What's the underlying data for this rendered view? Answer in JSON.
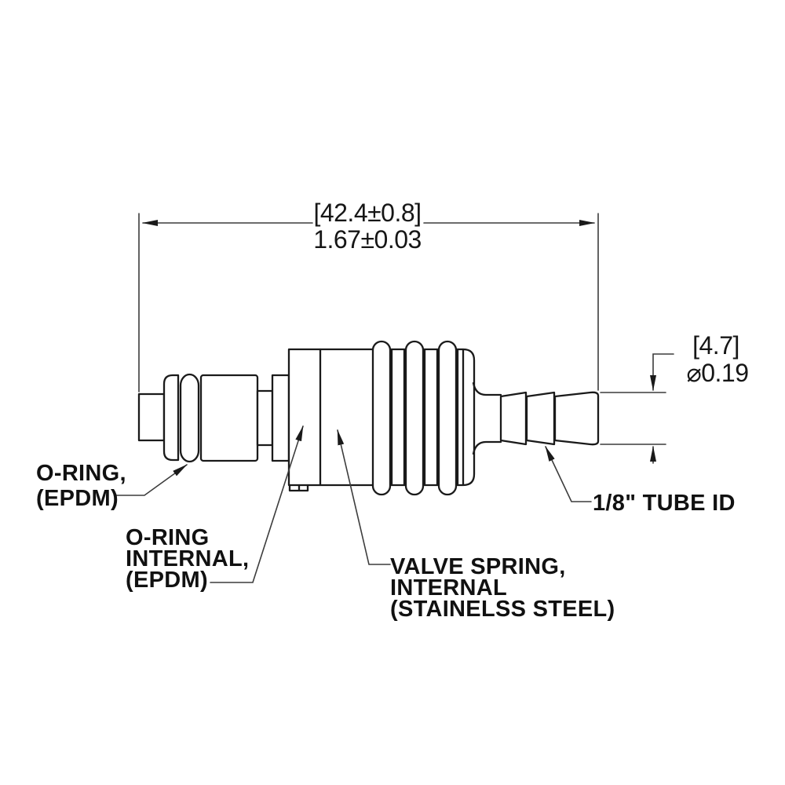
{
  "dimensions": {
    "overall_length": {
      "metric": "[42.4±0.8]",
      "imperial": "1.67±0.03"
    },
    "tip_diameter": {
      "metric": "[4.7]",
      "imperial": "⌀0.19"
    }
  },
  "callouts": {
    "oring": {
      "line1": "O-RING,",
      "line2": "(EPDM)"
    },
    "oring_internal": {
      "line1": "O-RING",
      "line2": "INTERNAL,",
      "line3": "(EPDM)"
    },
    "valve_spring": {
      "line1": "VALVE SPRING,",
      "line2": "INTERNAL",
      "line3": "(STAINELSS STEEL)"
    },
    "tube_id": "1/8\" TUBE ID"
  },
  "colors": {
    "part_line": "#1a1a1a",
    "dim_line": "#3c3c3c",
    "text": "#161616",
    "background": "#ffffff"
  }
}
